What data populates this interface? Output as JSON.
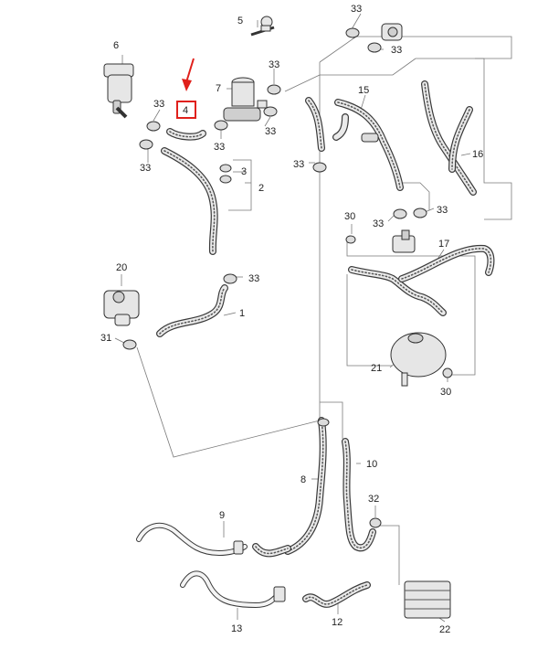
{
  "colors": {
    "highlight": "#e0201b",
    "line": "#7a7a7a",
    "outline": "#333333"
  },
  "callouts": {
    "c1": "1",
    "c2": "2",
    "c3": "3",
    "c4": "4",
    "c5": "5",
    "c6": "6",
    "c7": "7",
    "c8": "8",
    "c9": "9",
    "c10": "10",
    "c12": "12",
    "c13": "13",
    "c15": "15",
    "c16": "16",
    "c17": "17",
    "c20": "20",
    "c21": "21",
    "c22": "22",
    "c30a": "30",
    "c30b": "30",
    "c31": "31",
    "c32": "32",
    "c33a": "33",
    "c33b": "33",
    "c33c": "33",
    "c33d": "33",
    "c33e": "33",
    "c33f": "33",
    "c33g": "33",
    "c33h": "33",
    "c33i": "33",
    "c33j": "33",
    "c33k": "33"
  },
  "highlight": {
    "part": "4"
  }
}
